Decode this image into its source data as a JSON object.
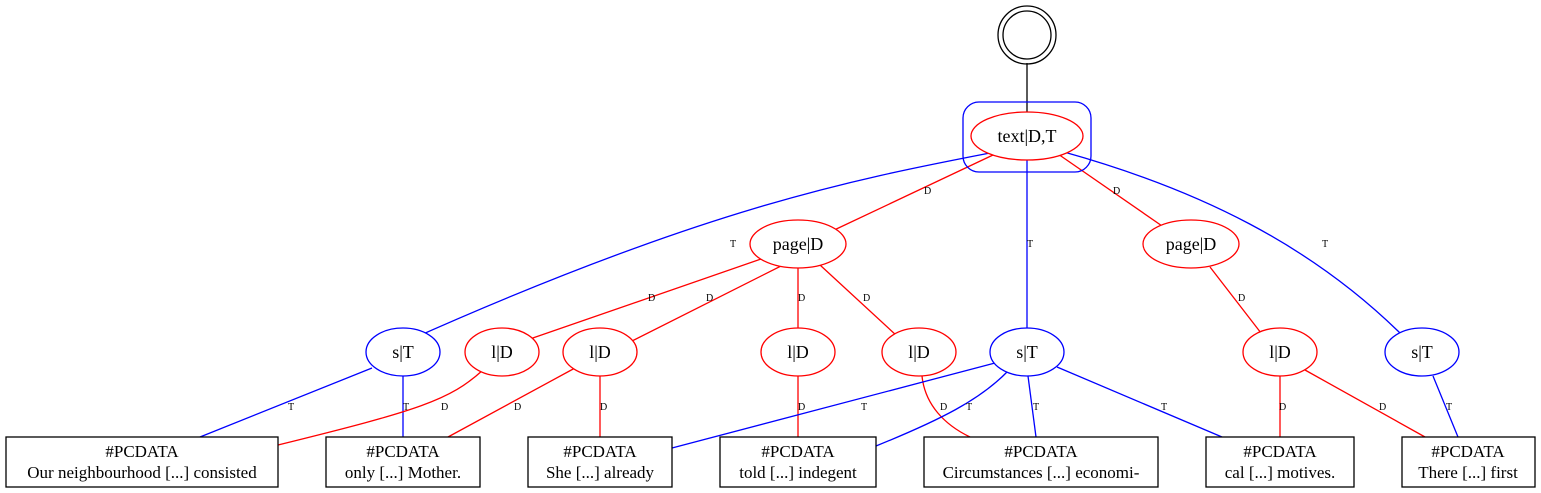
{
  "colors": {
    "red": "#ff0000",
    "blue": "#0000ff",
    "black": "#000000"
  },
  "root": {
    "icon": "double-circle-start-icon"
  },
  "nodes": {
    "text": "text|D,T",
    "page1": "page|D",
    "page2": "page|D",
    "s1": "s|T",
    "s2": "s|T",
    "s3": "s|T",
    "l1": "l|D",
    "l2": "l|D",
    "l3": "l|D",
    "l4": "l|D",
    "l5": "l|D"
  },
  "leaves": [
    {
      "title": "#PCDATA",
      "text": "Our neighbourhood [...] consisted"
    },
    {
      "title": "#PCDATA",
      "text": "only [...] Mother."
    },
    {
      "title": "#PCDATA",
      "text": "She [...] already"
    },
    {
      "title": "#PCDATA",
      "text": "told [...] indegent"
    },
    {
      "title": "#PCDATA",
      "text": "Circumstances [...] economi-"
    },
    {
      "title": "#PCDATA",
      "text": "cal [...] motives."
    },
    {
      "title": "#PCDATA",
      "text": "There [...] first"
    }
  ],
  "edge_labels": {
    "d": "D",
    "t": "T"
  }
}
